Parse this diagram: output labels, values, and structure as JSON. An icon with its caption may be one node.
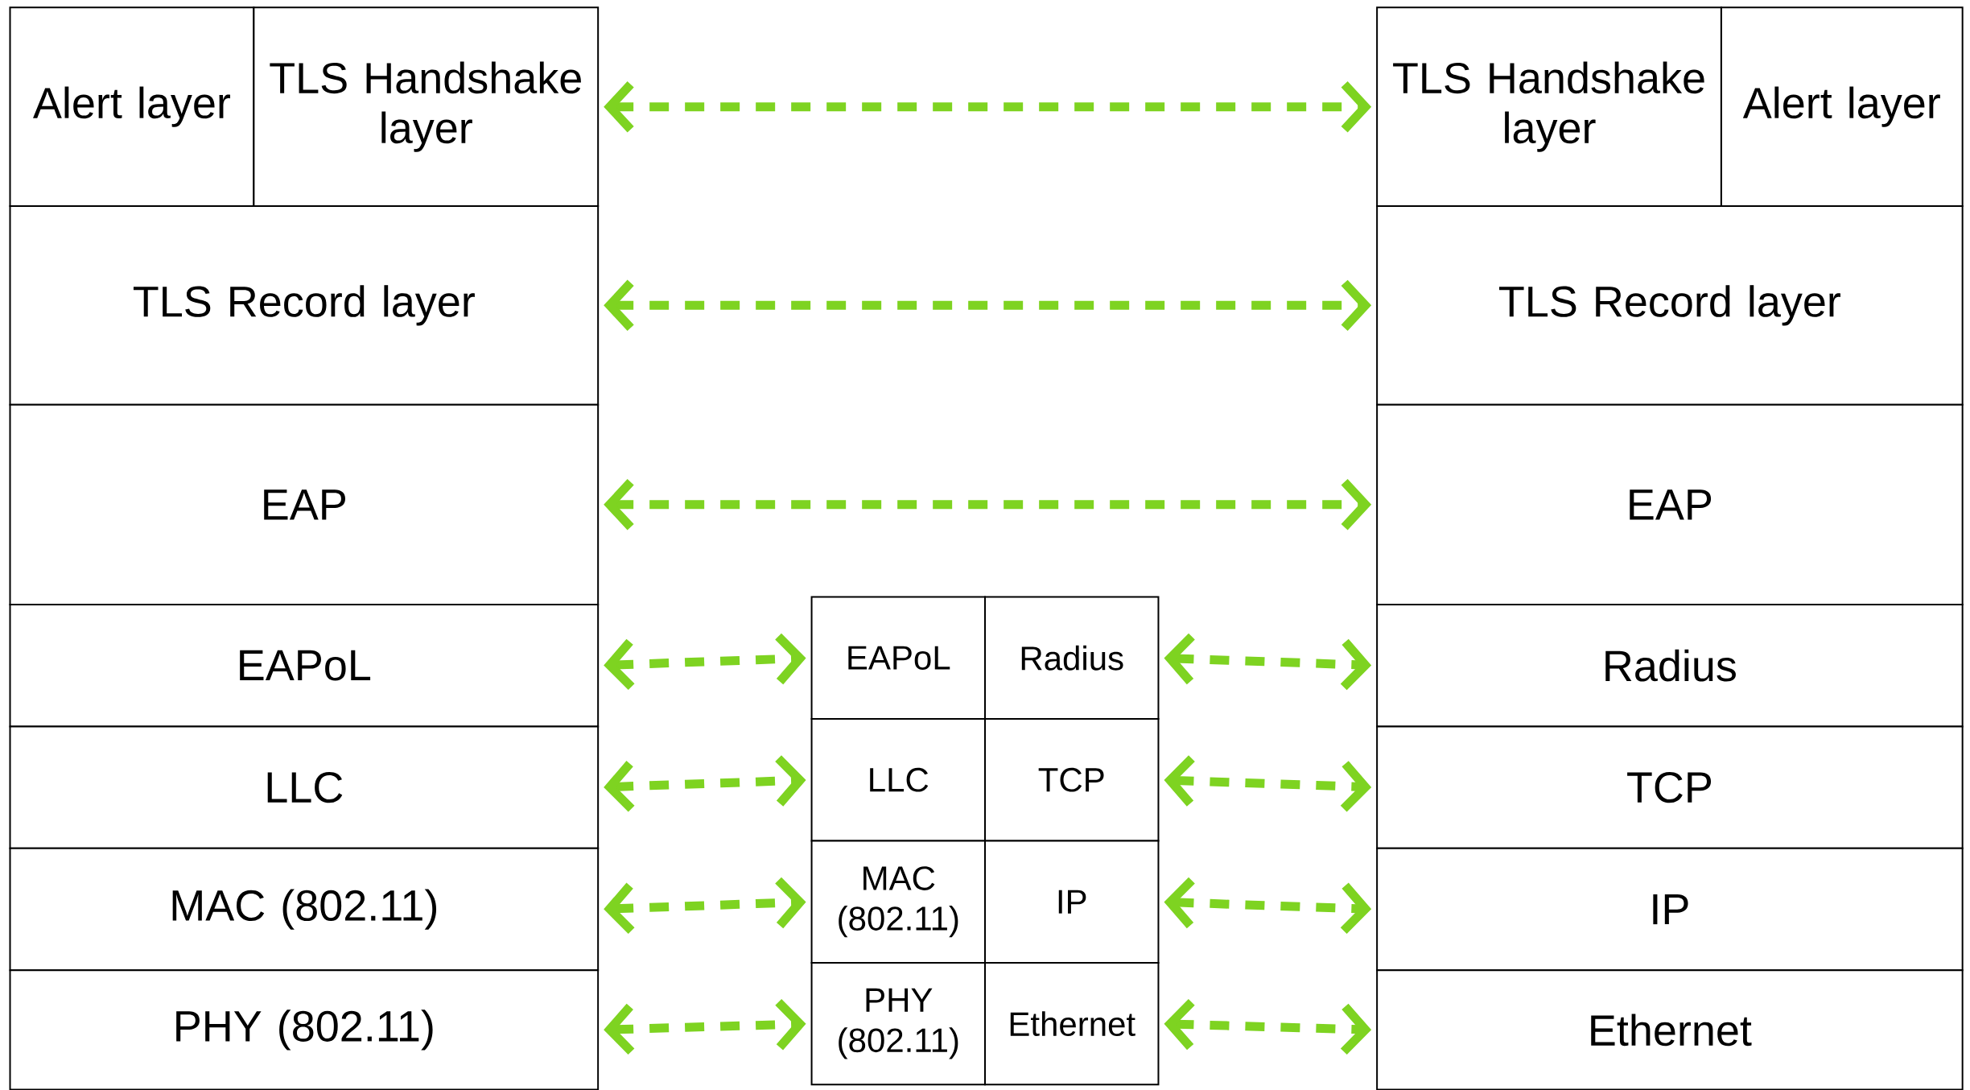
{
  "diagram": {
    "nodes": [
      {
        "text": [
          "Alert layer"
        ]
      },
      {
        "text": [
          "TLS Handshake layer"
        ]
      },
      {
        "text": [
          "TLS Record layer"
        ]
      },
      {
        "text": [
          "EAP"
        ]
      },
      {
        "text": [
          "EAPoL"
        ]
      },
      {
        "text": [
          "LLC"
        ]
      },
      {
        "text": [
          "MAC (802.11)"
        ]
      },
      {
        "text": [
          "PHY (802.11)"
        ]
      },
      {
        "text": [
          "TLS Handshake layer"
        ]
      },
      {
        "text": [
          "Alert layer"
        ]
      },
      {
        "text": [
          "TLS Record layer"
        ]
      },
      {
        "text": [
          "EAP"
        ]
      },
      {
        "text": [
          "Radius"
        ]
      },
      {
        "text": [
          "TCP"
        ]
      },
      {
        "text": [
          "IP"
        ]
      },
      {
        "text": [
          "Ethernet"
        ]
      },
      {
        "text": [
          "EAPoL"
        ]
      },
      {
        "text": [
          "Radius"
        ]
      },
      {
        "text": [
          "LLC"
        ]
      },
      {
        "text": [
          "TCP"
        ]
      },
      {
        "text": [
          "MAC (802.11)"
        ]
      },
      {
        "text": [
          "IP"
        ]
      },
      {
        "text": [
          "PHY (802.11)"
        ]
      },
      {
        "text": [
          "Ethernet"
        ]
      }
    ],
    "edges": [
      {
        "from": 1,
        "to": 8,
        "arrow": "both",
        "style": "dashed"
      },
      {
        "from": 2,
        "to": 10,
        "arrow": "both",
        "style": "dashed"
      },
      {
        "from": 3,
        "to": 11,
        "arrow": "both",
        "style": "dashed"
      },
      {
        "from": 4,
        "to": 16,
        "arrow": "both",
        "style": "dashed"
      },
      {
        "from": 17,
        "to": 12,
        "arrow": "both",
        "style": "dashed"
      },
      {
        "from": 5,
        "to": 18,
        "arrow": "both",
        "style": "dashed"
      },
      {
        "from": 19,
        "to": 13,
        "arrow": "both",
        "style": "dashed"
      },
      {
        "from": 6,
        "to": 20,
        "arrow": "both",
        "style": "dashed"
      },
      {
        "from": 21,
        "to": 14,
        "arrow": "both",
        "style": "dashed"
      },
      {
        "from": 7,
        "to": 22,
        "arrow": "both",
        "style": "dashed"
      },
      {
        "from": 23,
        "to": 15,
        "arrow": "both",
        "style": "dashed"
      }
    ]
  }
}
